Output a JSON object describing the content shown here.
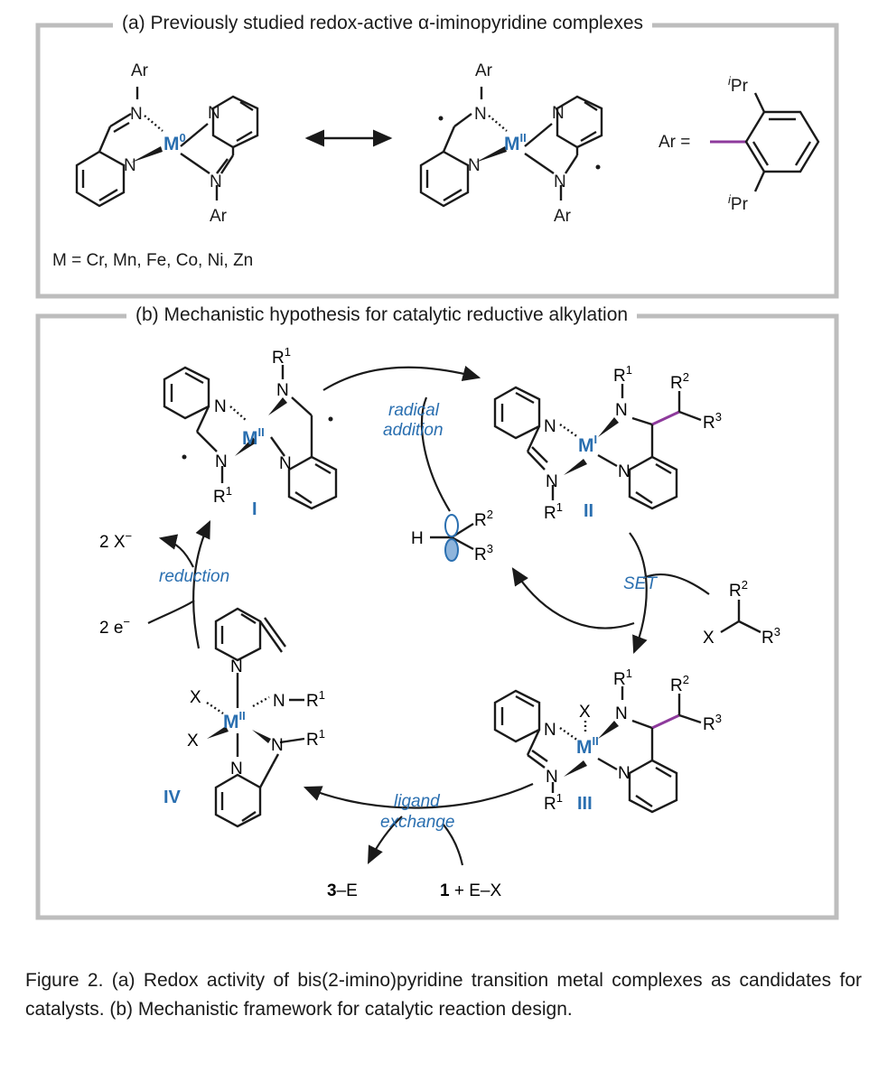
{
  "panel_a": {
    "title": "(a) Previously studied redox-active α-iminopyridine complexes",
    "metal_list": "M = Cr, Mn, Fe, Co, Ni, Zn",
    "ar_definition": "Ar =",
    "ipr": "Pr",
    "ipr_prefix": "i",
    "ar": "Ar",
    "metal_0": "M",
    "metal_0_sup": "0",
    "metal_ii": "M",
    "metal_ii_sup": "II"
  },
  "panel_b": {
    "title": "(b) Mechanistic hypothesis for catalytic reductive alkylation",
    "labels": {
      "radical_addition_1": "radical",
      "radical_addition_2": "addition",
      "set": "SET",
      "reduction": "reduction",
      "ligand_exchange_1": "ligand",
      "ligand_exchange_2": "exchange"
    },
    "compounds": [
      "I",
      "II",
      "III",
      "IV"
    ],
    "reagents": {
      "x_minus": "2 X",
      "x_minus_sup": "−",
      "e_minus": "2 e",
      "e_minus_sup": "−",
      "product": "3",
      "product_suffix": "–E",
      "start": "1",
      "start_suffix": " + E–X"
    },
    "metal": "M",
    "sup_i": "I",
    "sup_ii": "II",
    "r1": "R",
    "r1_sup": "1",
    "r2": "R",
    "r2_sup": "2",
    "r3": "R",
    "r3_sup": "3",
    "x": "X",
    "h": "H",
    "n": "N"
  },
  "caption": "Figure 2. (a) Redox activity of bis(2-imino)pyridine transition metal complexes as candidates for catalysts. (b) Mechanistic framework for catalytic reaction design.",
  "colors": {
    "accent": "#2a6fb0",
    "bond_highlight": "#8e3a9c",
    "frame": "#bdbdbd"
  }
}
